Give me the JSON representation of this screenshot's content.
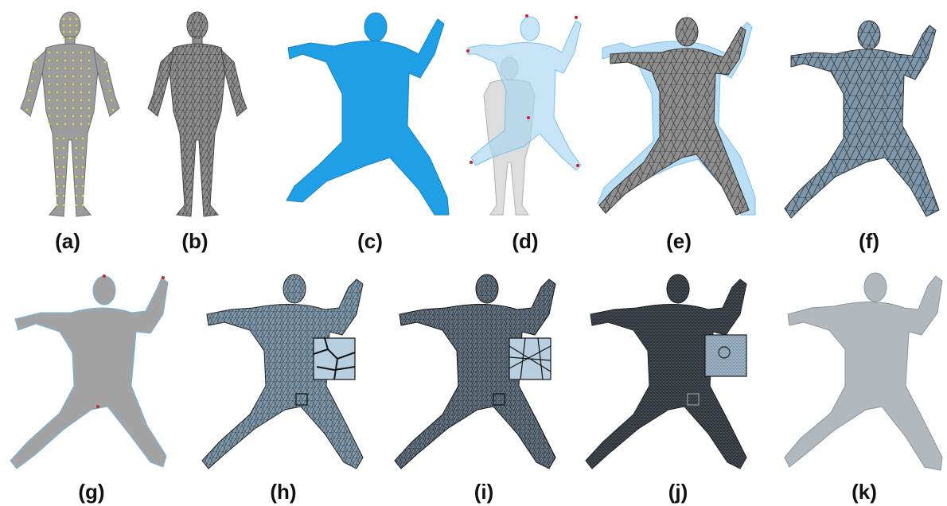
{
  "figure": {
    "panels": [
      {
        "id": "a",
        "caption": "(a)",
        "style": "gray-dots"
      },
      {
        "id": "b",
        "caption": "(b)",
        "style": "gray-mesh"
      },
      {
        "id": "c",
        "caption": "(c)",
        "style": "blue-solid"
      },
      {
        "id": "d",
        "caption": "(d)",
        "style": "overlay-translucent"
      },
      {
        "id": "e",
        "caption": "(e)",
        "style": "mesh-over-blue"
      },
      {
        "id": "f",
        "caption": "(f)",
        "style": "bluegray-mesh"
      },
      {
        "id": "g",
        "caption": "(g)",
        "style": "gray-muscle"
      },
      {
        "id": "h",
        "caption": "(h)",
        "style": "dense-mesh-light"
      },
      {
        "id": "i",
        "caption": "(i)",
        "style": "dense-mesh-medium"
      },
      {
        "id": "j",
        "caption": "(j)",
        "style": "dense-mesh-dark"
      },
      {
        "id": "k",
        "caption": "(k)",
        "style": "gray-clothed"
      }
    ],
    "colors": {
      "gray_body": "#9a9a9a",
      "blue_body": "#1fa0e6",
      "light_blue": "#a9d6f2",
      "mesh_line": "#2a2a2a",
      "marker_yellow": "#e5e51a",
      "marker_red": "#d42020",
      "dark_body": "#3a3a3a"
    }
  }
}
